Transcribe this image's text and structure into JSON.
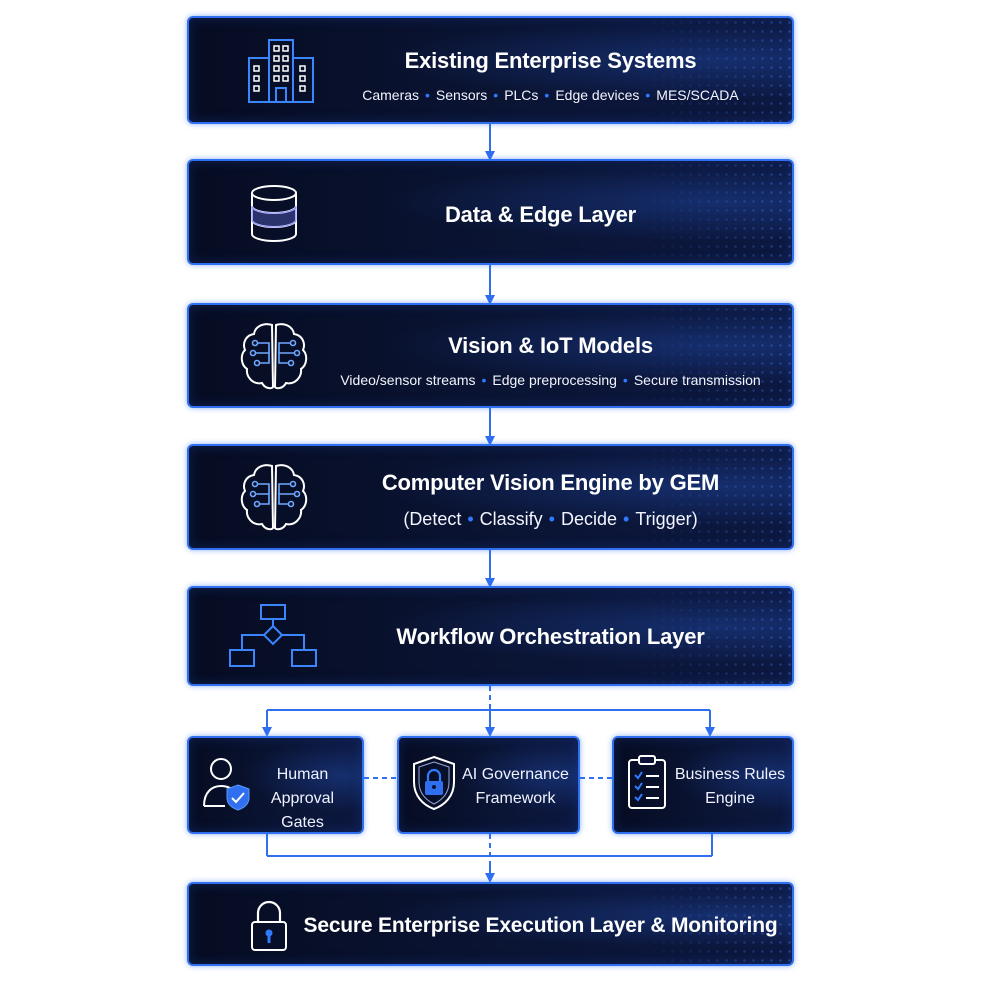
{
  "layers": {
    "enterprise": {
      "title": "Existing Enterprise Systems",
      "items": [
        "Cameras",
        "Sensors",
        "PLCs",
        "Edge devices",
        "MES/SCADA"
      ],
      "icon": "building-icon"
    },
    "data_edge": {
      "title": "Data & Edge Layer",
      "icon": "database-icon"
    },
    "vision_iot": {
      "title": "Vision & IoT Models",
      "items": [
        "Video/sensor streams",
        "Edge preprocessing",
        "Secure transmission"
      ],
      "icon": "brain-circuit-icon"
    },
    "cv_engine": {
      "title": "Computer Vision Engine by GEM",
      "open": "(",
      "items": [
        "Detect",
        "Classify",
        "Decide",
        "Trigger"
      ],
      "close": ")",
      "icon": "brain-circuit-icon"
    },
    "workflow": {
      "title": "Workflow Orchestration Layer",
      "icon": "flowchart-icon"
    },
    "human_approval": {
      "line1": "Human Approval",
      "line2": "Gates",
      "icon": "user-shield-icon"
    },
    "ai_governance": {
      "line1": "AI Governance",
      "line2": "Framework",
      "icon": "shield-lock-icon"
    },
    "business_rules": {
      "line1": "Business Rules",
      "line2": "Engine",
      "icon": "clipboard-checklist-icon"
    },
    "secure_exec": {
      "title": "Secure Enterprise Execution Layer & Monitoring",
      "icon": "padlock-icon"
    }
  },
  "colors": {
    "accent": "#2f6ff0",
    "bullet": "#2f7bff",
    "box_dark": "#070e26",
    "text": "#ffffff"
  }
}
